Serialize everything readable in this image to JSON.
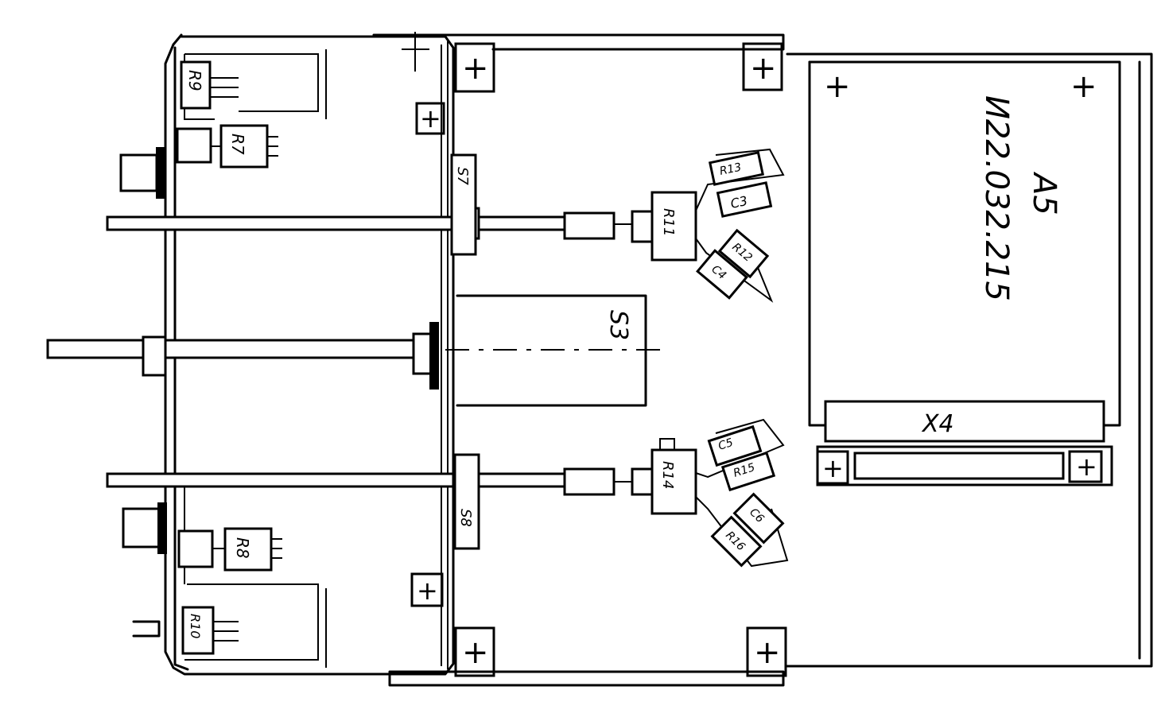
{
  "module": {
    "designator": "A5",
    "part_number": "И22.032.215"
  },
  "connector": {
    "designator": "X4"
  },
  "switch": {
    "designator": "S3"
  },
  "switches": [
    {
      "designator": "S7"
    },
    {
      "designator": "S8"
    }
  ],
  "resistors": [
    {
      "designator": "R9"
    },
    {
      "designator": "R7"
    },
    {
      "designator": "R8"
    },
    {
      "designator": "R10"
    },
    {
      "designator": "R11"
    },
    {
      "designator": "R12"
    },
    {
      "designator": "R13"
    },
    {
      "designator": "R14"
    },
    {
      "designator": "R15"
    },
    {
      "designator": "R16"
    }
  ],
  "capacitors": [
    {
      "designator": "C3"
    },
    {
      "designator": "C4"
    },
    {
      "designator": "C5"
    },
    {
      "designator": "C6"
    }
  ],
  "mounting_mark": "+"
}
